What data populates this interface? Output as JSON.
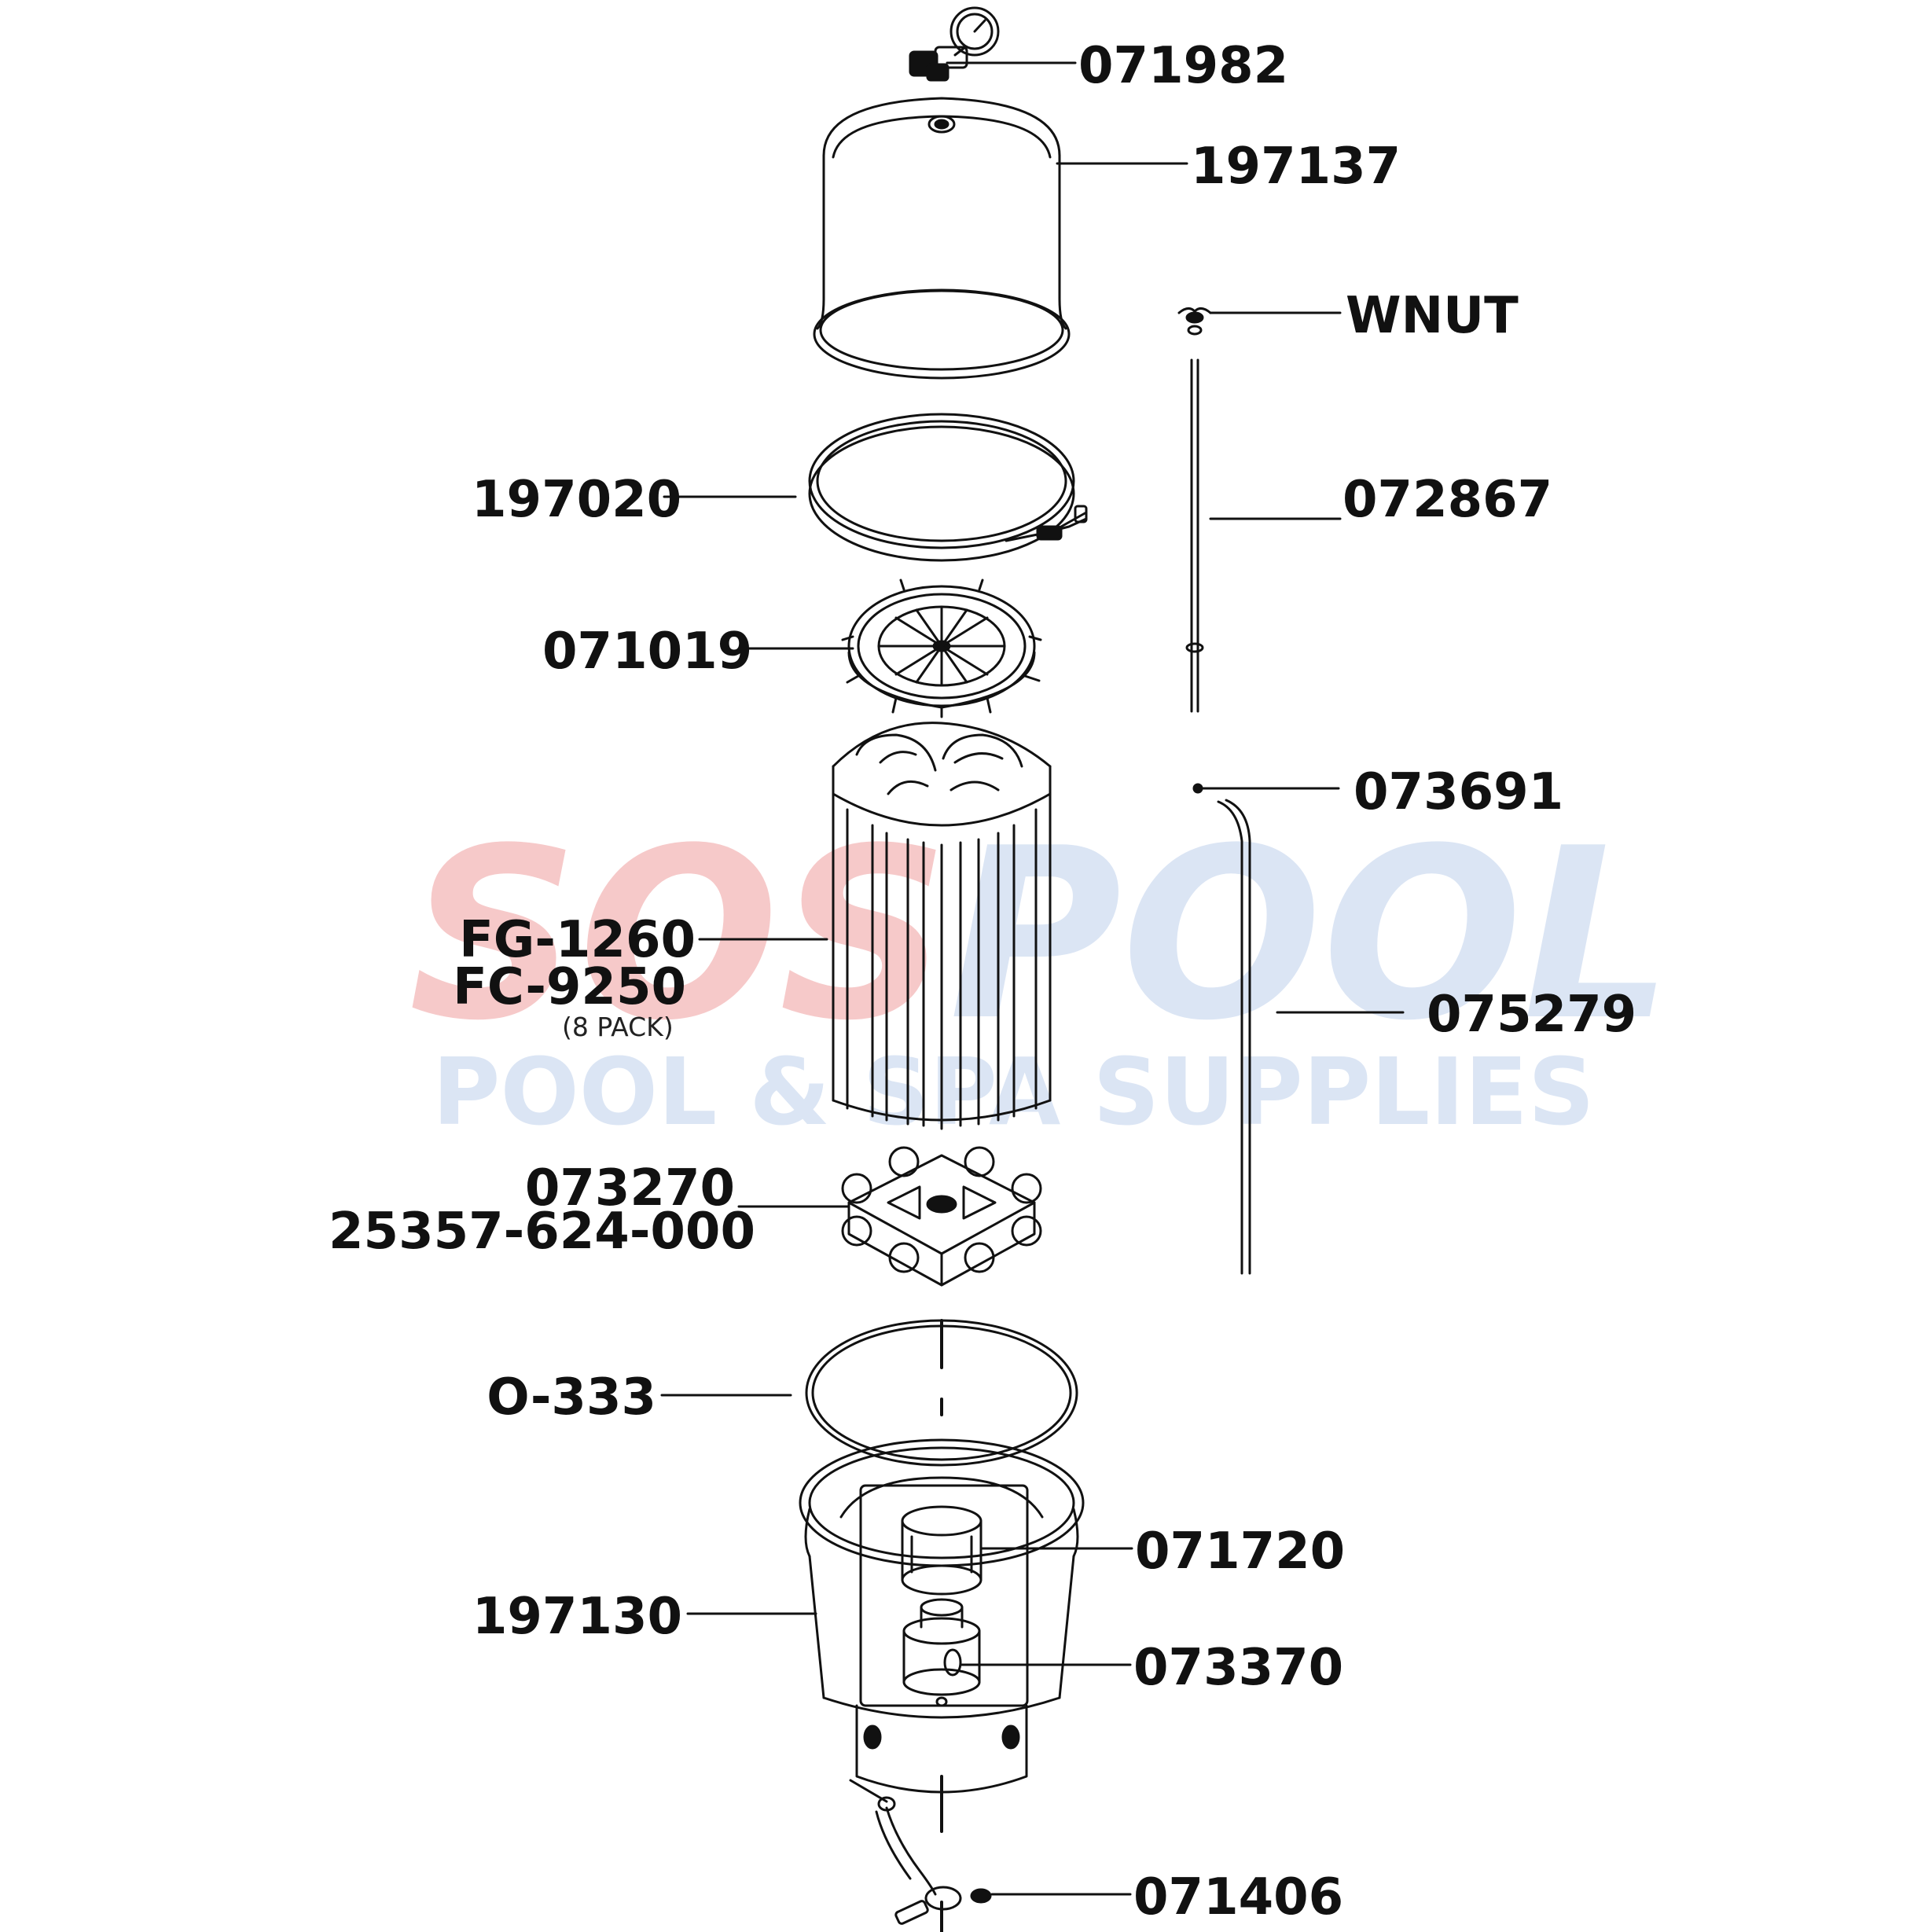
{
  "watermark": {
    "brand_part1": "SOS",
    "brand_part2": "POOL",
    "tagline": "POOL & SPA SUPPLIES",
    "color_red": "#f6c9c9",
    "color_blue": "#dbe5f4"
  },
  "parts": {
    "gauge": "071982",
    "lid": "197137",
    "wing_nut": "WNUT",
    "clamp_ring": "197020",
    "tie_rod": "072867",
    "top_manifold": "071019",
    "washer": "073691",
    "air_tube": "075279",
    "grid": "FG-1260",
    "grid_alt": "FC-9250",
    "grid_pack": "(8 PACK)",
    "bottom_manifold": "073270",
    "bottom_manifold_alt": "25357-624-000",
    "o_ring": "O-333",
    "standpipe": "071720",
    "tank_body": "197130",
    "adapter": "073370",
    "drain_valve": "071406"
  },
  "colors": {
    "line": "#111111"
  }
}
